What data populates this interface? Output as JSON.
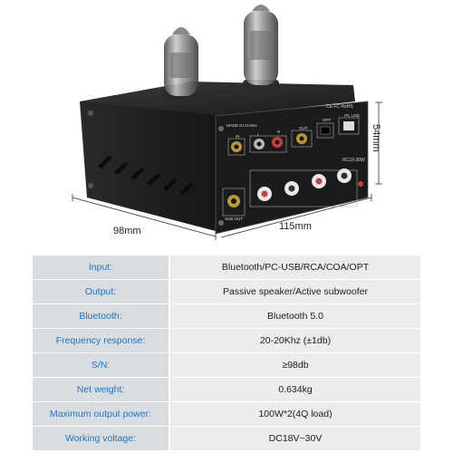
{
  "dimensions": {
    "depth": "98mm",
    "width": "115mm",
    "height": "54mm"
  },
  "panel_labels": {
    "made_in": "MADE IN CHINA",
    "certs": "CE FC RoHS",
    "input_1": "IN",
    "input_2": "L",
    "input_3": "R",
    "output": "OUT",
    "opt": "OPT",
    "usb": "PC USB",
    "model": "RC10-30W",
    "sub_out": "SUB OUT"
  },
  "specs": [
    {
      "label": "Input:",
      "value": "Bluetooth/PC-USB/RCA/COA/OPT"
    },
    {
      "label": "Output:",
      "value": "Passive speaker/Active subwoofer"
    },
    {
      "label": "Bluetooth:",
      "value": "Bluetooth 5.0"
    },
    {
      "label": "Frequency response:",
      "value": "20-20Khz (±1db)"
    },
    {
      "label": "S/N:",
      "value": "≥98db"
    },
    {
      "label": "Net weight:",
      "value": "0.634kg"
    },
    {
      "label": "Maximum output power:",
      "value": "100W*2(4Q load)"
    },
    {
      "label": "Working voltage:",
      "value": "DC18V~30V"
    }
  ],
  "colors": {
    "label_text": "#1976c9",
    "label_bg": "#d9dde2",
    "value_bg": "#ececec",
    "device_body": "#1b1b1b"
  }
}
